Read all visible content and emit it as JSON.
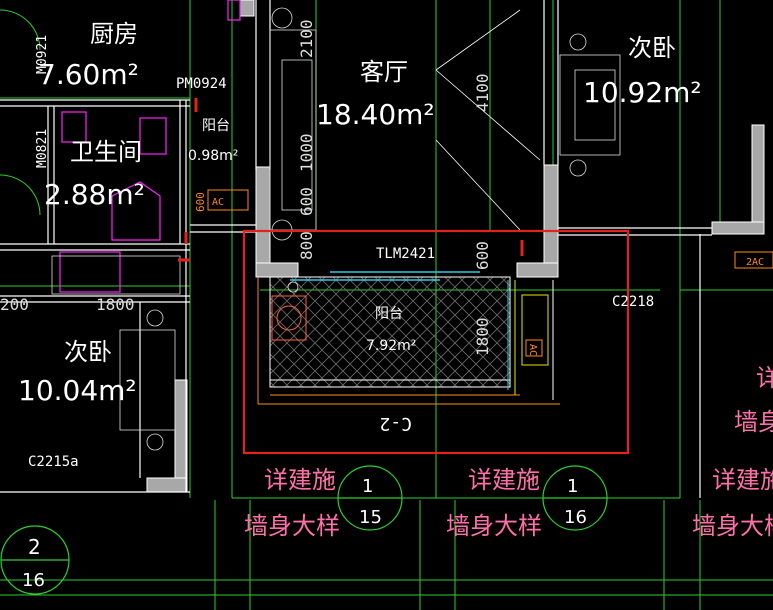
{
  "colors": {
    "background": "#000000",
    "wall_gray": "#a8a8a8",
    "wall_outline": "#ffffff",
    "grid_green": "#2bd12b",
    "dim_green": "#6dd36d",
    "text_white": "#ffffff",
    "magenta": "#ff22ff",
    "pink_text": "#ff6fa8",
    "red_highlight": "#e3231b",
    "cyan": "#33c8e8",
    "orange": "#ff8a1e",
    "yellow": "#e6e600",
    "hatch": "#6b6b6b"
  },
  "rooms": {
    "kitchen": {
      "name": "厨房",
      "area": "7.60m²"
    },
    "living": {
      "name": "客厅",
      "area": "18.40m²"
    },
    "second_bedroom_top": {
      "name": "次卧",
      "area": "10.92m²"
    },
    "bathroom": {
      "name": "卫生间",
      "area": "2.88m²"
    },
    "small_balcony": {
      "name": "阳台",
      "area": "0.98m²"
    },
    "main_balcony": {
      "name": "阳台",
      "area": "7.92m²"
    },
    "second_bedroom_bottom": {
      "name": "次卧",
      "area": "10.04m²"
    }
  },
  "door_window_labels": {
    "m0921": "M0921",
    "m0821": "M0821",
    "pm0924": "PM0924",
    "tlm2421": "TLM2421",
    "c2218": "C2218",
    "c2215a": "C2215a",
    "c2": "C-2",
    "ac": "AC",
    "ac2": "2AC"
  },
  "dimensions": {
    "d2100": "2100",
    "d4100": "4100",
    "d1000": "1000",
    "d600a": "600",
    "d800": "800",
    "d600b": "600",
    "d1800v": "1800",
    "d200": "200",
    "d1800h": "1800",
    "d600c": "600"
  },
  "detail_callouts": [
    {
      "text_top": "详建施",
      "text_bottom": "墙身大样",
      "num": "1",
      "sheet": "15"
    },
    {
      "text_top": "详建施",
      "text_bottom": "墙身大样",
      "num": "1",
      "sheet": "16"
    },
    {
      "text_top": "详建施",
      "text_bottom": "墙身大样"
    }
  ],
  "edge_text": {
    "right_1": "详",
    "right_2": "墙身"
  },
  "section_marker": {
    "num": "2",
    "sheet": "16"
  }
}
